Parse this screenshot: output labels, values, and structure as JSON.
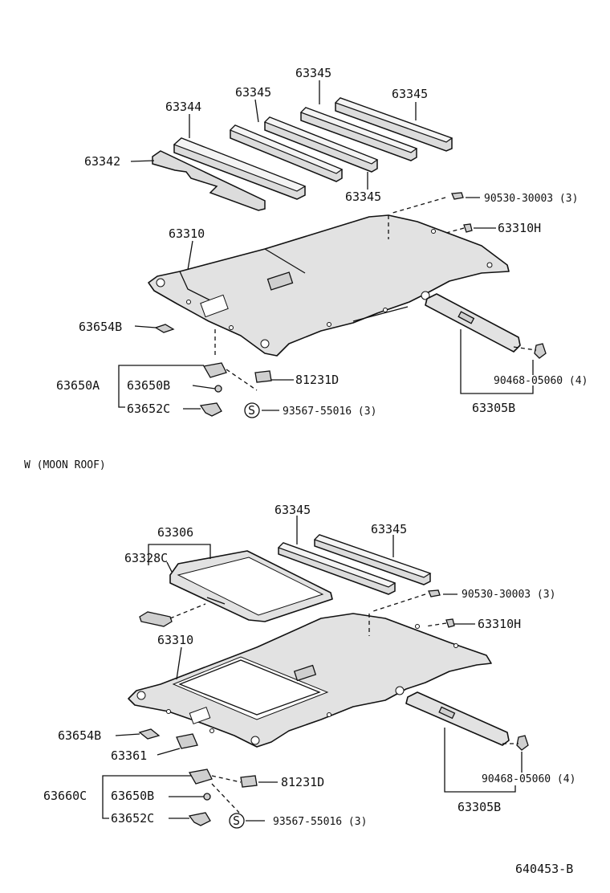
{
  "top_section": {
    "labels": {
      "pad_a": "63345",
      "pad_b": "63345",
      "pad_c": "63345",
      "pad_d": "63345",
      "pad_front": "63344",
      "pad_left": "63342",
      "clip_top": "90530-30003 (3)",
      "headliner": "63310",
      "clip_h": "63310H",
      "lamp_cover": "63654B",
      "lamp_assy": "63650A",
      "lamp_bulb": "63650B",
      "lamp_clip": "63652C",
      "bracket": "81231D",
      "screw": "93567-55016 (3)",
      "clip_rear": "90468-05060 (4)",
      "trim_rear": "63305B"
    }
  },
  "section_heading": "W (MOON  ROOF)",
  "bottom_section": {
    "labels": {
      "pad_a": "63345",
      "pad_b": "63345",
      "sunshade": "63306",
      "handle": "63328C",
      "clip_top": "90530-30003 (3)",
      "headliner": "63310",
      "clip_h": "63310H",
      "lamp_cover": "63654B",
      "switch": "63361",
      "lamp_assy": "63660C",
      "lamp_bulb": "63650B",
      "lamp_clip": "63652C",
      "bracket": "81231D",
      "screw": "93567-55016 (3)",
      "clip_rear": "90468-05060 (4)",
      "trim_rear": "63305B"
    }
  },
  "screw_symbol": "S",
  "diagram_code": "640453-B"
}
